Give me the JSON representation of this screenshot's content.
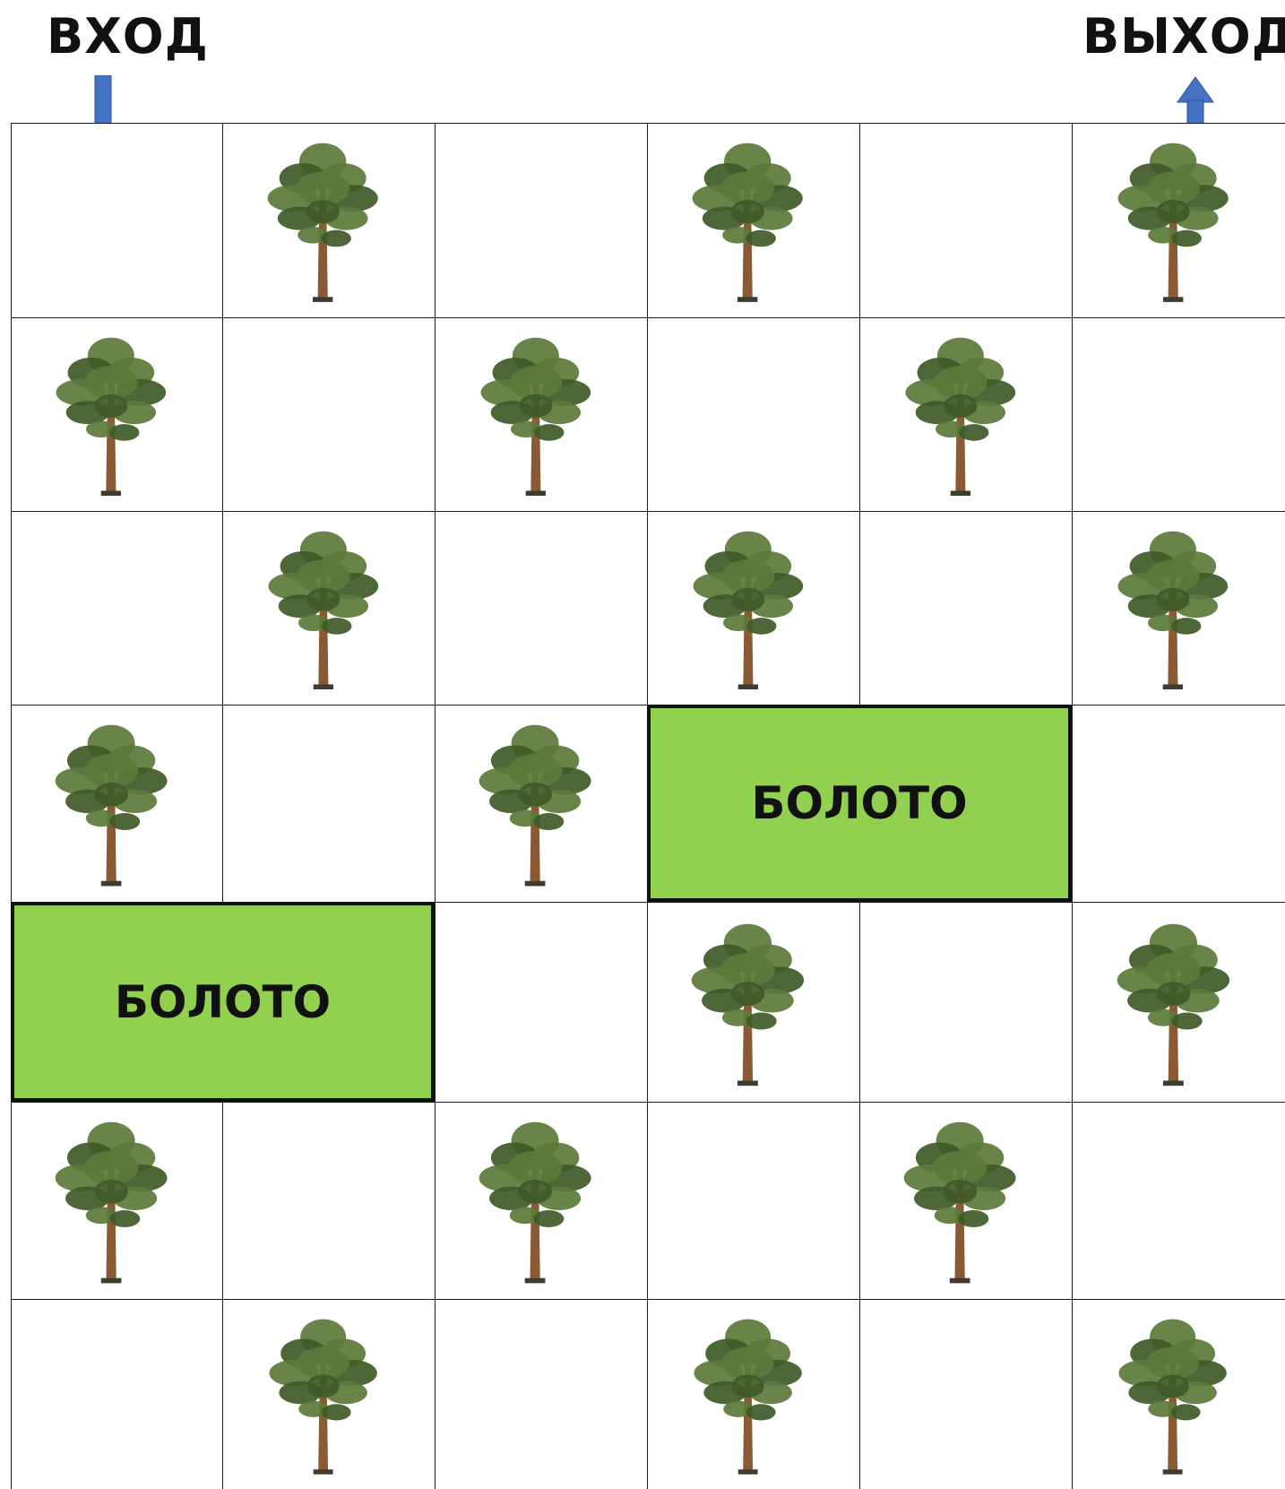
{
  "entry_label": "ВХОД",
  "exit_label": "ВЫХОД",
  "swamp_label": "БОЛОТО",
  "colors": {
    "grid_line": "#1a1a1a",
    "swamp_fill": "#92d050",
    "arrow": "#4472c4",
    "foliage": "#5b7a3a",
    "foliage_dark": "#3f5a28",
    "trunk": "#8a5a34"
  },
  "icons": {
    "tree": "pine-tree-icon",
    "entry_arrow": "arrow-down-icon",
    "exit_arrow": "arrow-up-icon"
  },
  "trees": [
    [
      0,
      1
    ],
    [
      0,
      3
    ],
    [
      0,
      5
    ],
    [
      1,
      0
    ],
    [
      1,
      2
    ],
    [
      1,
      4
    ],
    [
      2,
      1
    ],
    [
      2,
      3
    ],
    [
      2,
      5
    ],
    [
      3,
      0
    ],
    [
      3,
      2
    ],
    [
      4,
      3
    ],
    [
      4,
      5
    ],
    [
      5,
      0
    ],
    [
      5,
      2
    ],
    [
      5,
      4
    ],
    [
      6,
      1
    ],
    [
      6,
      3
    ],
    [
      6,
      5
    ]
  ],
  "swamps": [
    {
      "row": 3,
      "col": 3,
      "rowspan": 1,
      "colspan": 2
    },
    {
      "row": 4,
      "col": 0,
      "rowspan": 1,
      "colspan": 2
    }
  ]
}
